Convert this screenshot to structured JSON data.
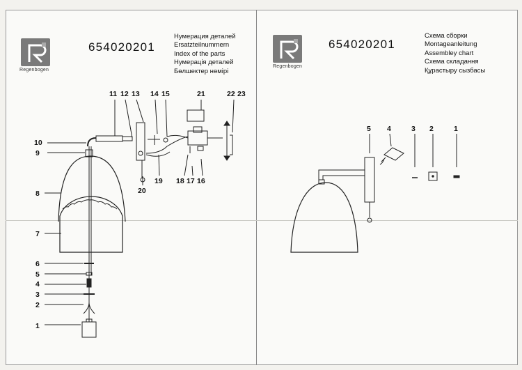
{
  "left": {
    "brand": "Regenbogen",
    "code": "654020201",
    "titles": [
      "Нумерация деталей",
      "Ersatzteilnummern",
      "Index of the parts",
      "Нумерація деталей",
      "Бөлшектер нөмірі"
    ],
    "part_numbers": [
      "1",
      "2",
      "3",
      "4",
      "5",
      "6",
      "7",
      "8",
      "9",
      "10",
      "11",
      "12",
      "13",
      "14",
      "15",
      "16",
      "17",
      "18",
      "19",
      "20",
      "21",
      "22",
      "23"
    ]
  },
  "right": {
    "brand": "Regenbogen",
    "code": "654020201",
    "titles": [
      "Схема сборки",
      "Montageanleitung",
      "Assembley chart",
      "Схема складання",
      "Құрастыру сызбасы"
    ],
    "part_numbers": [
      "5",
      "4",
      "3",
      "2",
      "1"
    ]
  }
}
